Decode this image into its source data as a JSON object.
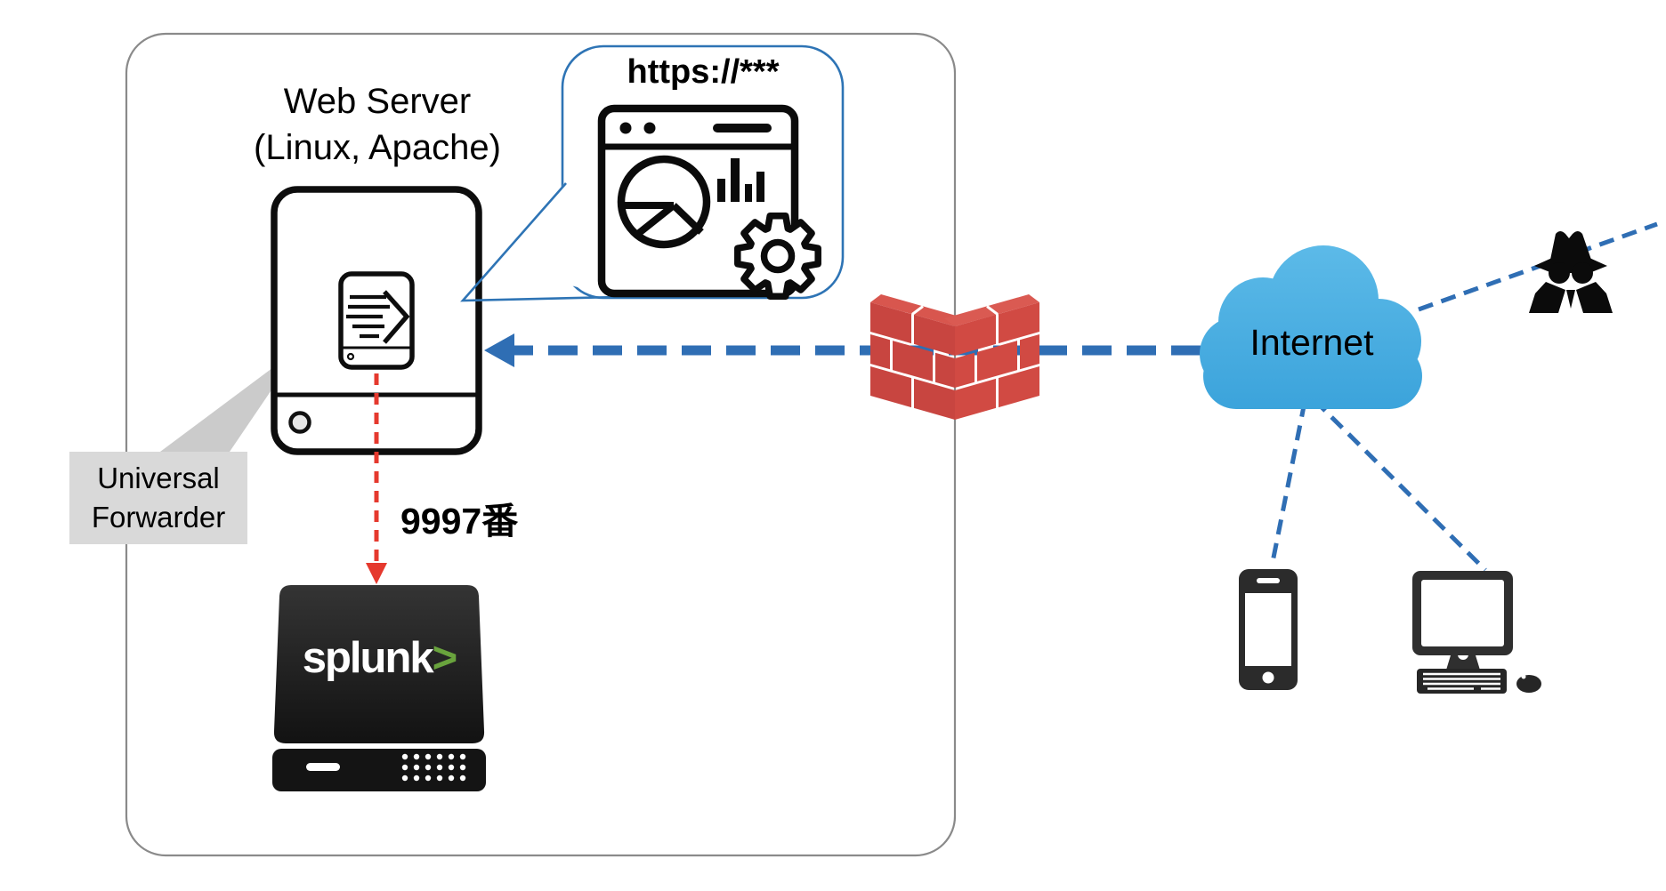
{
  "diagram": {
    "web_server": {
      "label": [
        "Web Server",
        "(Linux, Apache)"
      ]
    },
    "universal_forwarder": {
      "label": [
        "Universal",
        "Forwarder"
      ]
    },
    "port_label": "9997番",
    "splunk": {
      "brand": "splunk",
      "chevron": ">"
    },
    "browser_callout": {
      "url": "https://***"
    },
    "internet": {
      "label": "Internet"
    },
    "colors": {
      "callout_border": "#2E74B5",
      "dashed_link_blue": "#2F6EB4",
      "forward_arrow_red": "#E5392E",
      "firewall_brick": "#CC4840",
      "firewall_brick_top": "#D8564E",
      "cloud_top": "#5CBAE8",
      "cloud_bottom": "#3BA3DB",
      "splunk_green": "#69A33D",
      "label_bg": "#D9D9D9",
      "lan_border": "#8A8A8A"
    },
    "icons": {
      "web_server_box": "server-appliance-icon",
      "forwarder": "forward-arrow-icon",
      "browser": "browser-window-icon",
      "pie": "pie-chart-icon",
      "bars": "bar-chart-icon",
      "gear": "gear-icon",
      "firewall": "firewall-brick-wall-icon",
      "cloud": "internet-cloud-icon",
      "spy": "attacker-spy-icon",
      "phone": "smartphone-icon",
      "desktop": "desktop-computer-icon",
      "splunk_server": "splunk-server-icon"
    }
  }
}
